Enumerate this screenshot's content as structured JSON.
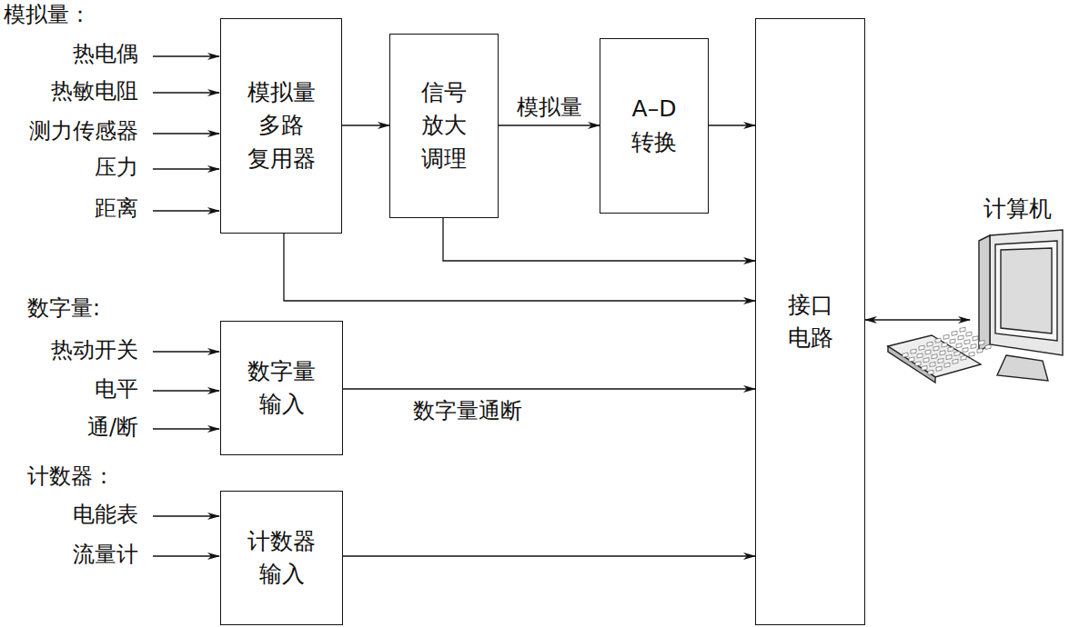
{
  "diagram": {
    "nodes": [
      {
        "text": [
          "模拟量 多路 复用器"
        ]
      },
      {
        "text": [
          "信号 放大 调理"
        ]
      },
      {
        "text": [
          "A–D 转换"
        ]
      },
      {
        "text": [
          "接口 电路"
        ]
      },
      {
        "text": [
          "数字量 输入"
        ]
      },
      {
        "text": [
          "计数器 输入"
        ]
      },
      {
        "text": [
          "计算机"
        ]
      }
    ],
    "edges": [
      {
        "from": 0,
        "to": 1,
        "arrow": "to"
      },
      {
        "from": 1,
        "to": 2,
        "label": "模拟量",
        "arrow": "to"
      },
      {
        "from": 2,
        "to": 3,
        "arrow": "to"
      },
      {
        "from": 1,
        "to": 3,
        "arrow": "to"
      },
      {
        "from": 0,
        "to": 3,
        "arrow": "to"
      },
      {
        "from": 4,
        "to": 3,
        "label": "数字量通断",
        "arrow": "to"
      },
      {
        "from": 5,
        "to": 3,
        "arrow": "to"
      },
      {
        "from": 3,
        "to": 6,
        "arrow": "both"
      }
    ],
    "labels": [
      "模拟量：",
      "热电偶",
      "热敏电阻",
      "测力传感器",
      "压力",
      "距离",
      "数字量:",
      "热动开关",
      "电平",
      "通/断",
      "计数器：",
      "电能表",
      "流量计"
    ]
  }
}
